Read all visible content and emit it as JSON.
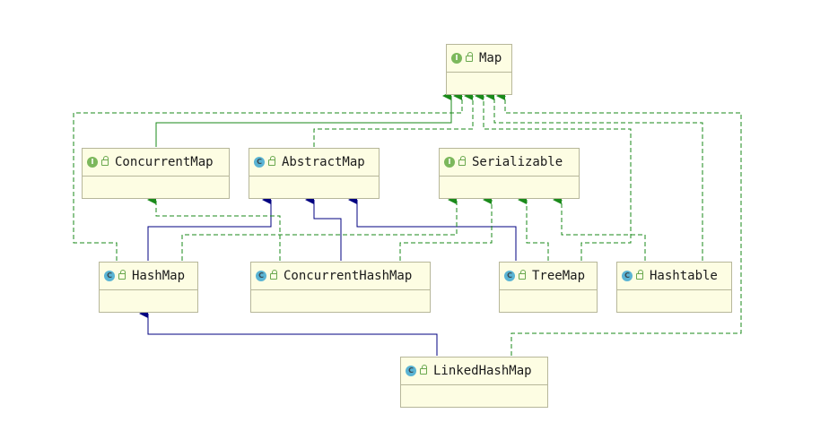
{
  "diagram": {
    "nodes": [
      {
        "id": "map",
        "label": "Map",
        "kind": "I",
        "name": "map-interface"
      },
      {
        "id": "concurrentmap",
        "label": "ConcurrentMap",
        "kind": "I",
        "name": "concurrentmap-interface"
      },
      {
        "id": "abstractmap",
        "label": "AbstractMap",
        "kind": "C",
        "name": "abstractmap-class"
      },
      {
        "id": "serializable",
        "label": "Serializable",
        "kind": "I",
        "name": "serializable-interface"
      },
      {
        "id": "hashmap",
        "label": "HashMap",
        "kind": "C",
        "name": "hashmap-class"
      },
      {
        "id": "concurrenthashmap",
        "label": "ConcurrentHashMap",
        "kind": "C",
        "name": "concurrenthashmap-class"
      },
      {
        "id": "treemap",
        "label": "TreeMap",
        "kind": "C",
        "name": "treemap-class"
      },
      {
        "id": "hashtable",
        "label": "Hashtable",
        "kind": "C",
        "name": "hashtable-class"
      },
      {
        "id": "linkedhashmap",
        "label": "LinkedHashMap",
        "kind": "C",
        "name": "linkedhashmap-class"
      }
    ],
    "edges": [
      {
        "from": "concurrentmap",
        "to": "map",
        "type": "extends"
      },
      {
        "from": "abstractmap",
        "to": "map",
        "type": "implements"
      },
      {
        "from": "hashmap",
        "to": "map",
        "type": "implements"
      },
      {
        "from": "treemap",
        "to": "map",
        "type": "implements"
      },
      {
        "from": "hashtable",
        "to": "map",
        "type": "implements"
      },
      {
        "from": "linkedhashmap",
        "to": "map",
        "type": "implements"
      },
      {
        "from": "hashmap",
        "to": "abstractmap",
        "type": "extends"
      },
      {
        "from": "concurrenthashmap",
        "to": "abstractmap",
        "type": "extends"
      },
      {
        "from": "treemap",
        "to": "abstractmap",
        "type": "extends"
      },
      {
        "from": "concurrenthashmap",
        "to": "concurrentmap",
        "type": "implements"
      },
      {
        "from": "hashmap",
        "to": "serializable",
        "type": "implements"
      },
      {
        "from": "concurrenthashmap",
        "to": "serializable",
        "type": "implements"
      },
      {
        "from": "treemap",
        "to": "serializable",
        "type": "implements"
      },
      {
        "from": "hashtable",
        "to": "serializable",
        "type": "implements"
      },
      {
        "from": "linkedhashmap",
        "to": "hashmap",
        "type": "extends"
      }
    ],
    "colors": {
      "implements": "#1a8a1a",
      "extends": "#000080",
      "interface_badge": "#7cb85c",
      "class_badge": "#5ab4d4",
      "node_fill": "#fdfde3",
      "node_border": "#b7b79a"
    }
  }
}
